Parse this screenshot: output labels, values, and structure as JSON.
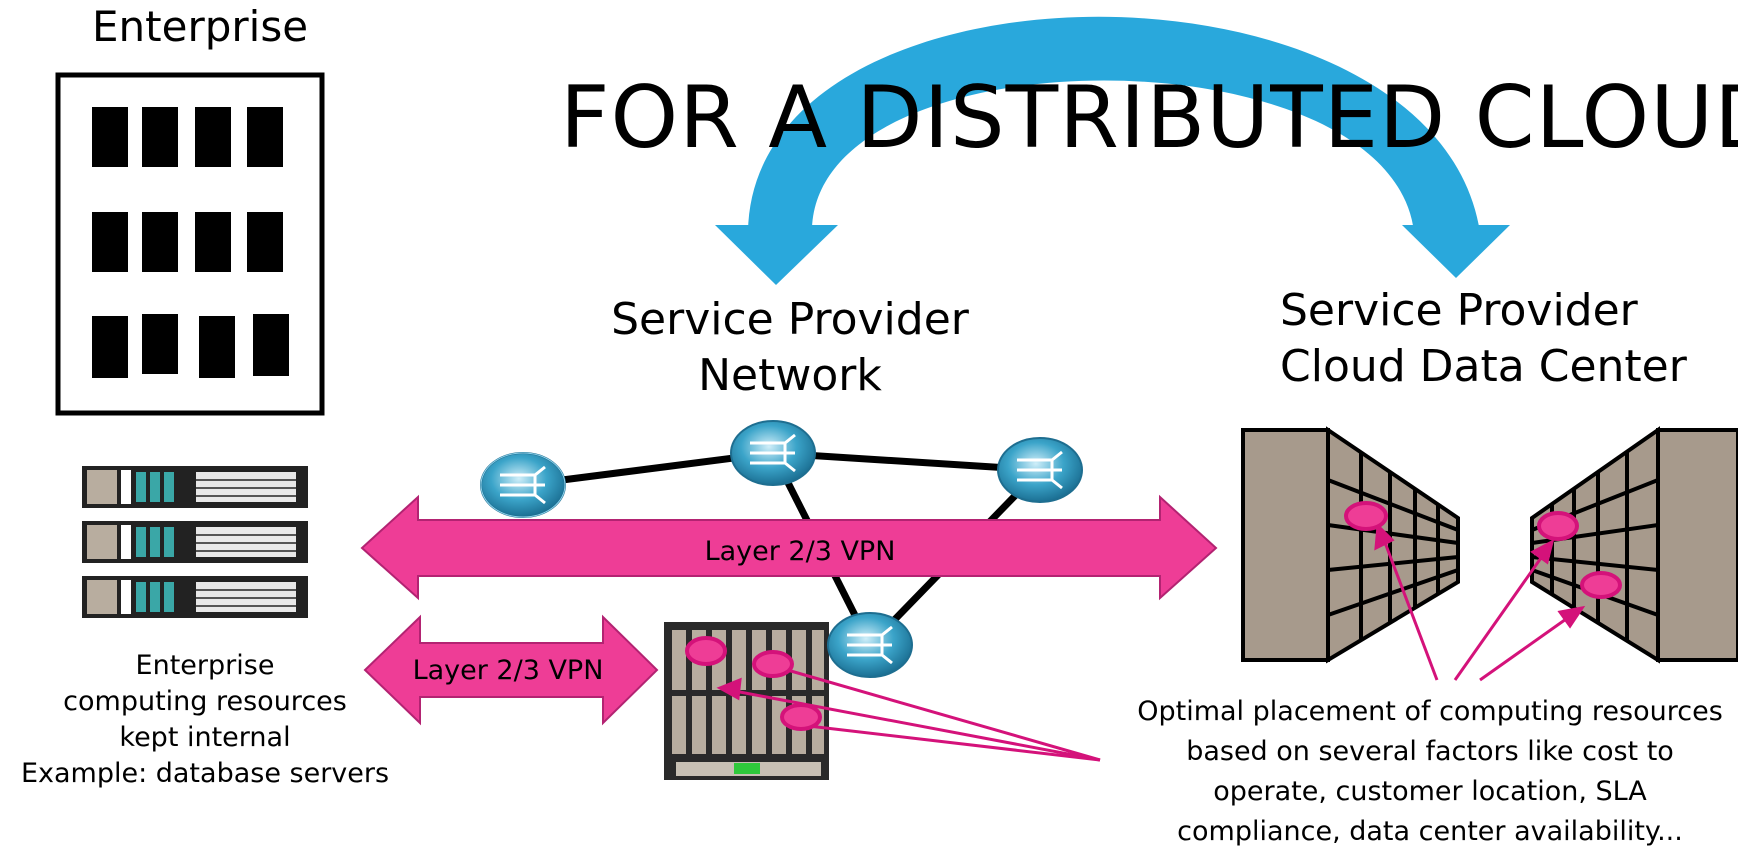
{
  "title": "FOR A DISTRIBUTED CLOUD",
  "enterprise": {
    "label": "Enterprise",
    "resources_lines": [
      "Enterprise",
      "computing resources",
      "kept internal",
      "Example: database servers"
    ]
  },
  "sp_network": {
    "label_lines": [
      "Service Provider",
      "Network"
    ]
  },
  "sp_datacenter": {
    "label_lines": [
      "Service Provider",
      "Cloud Data Center"
    ]
  },
  "vpn_links": {
    "main_label": "Layer 2/3 VPN",
    "local_label": "Layer 2/3 VPN"
  },
  "optimal_placement": {
    "lines": [
      "Optimal placement of computing resources",
      "based on several factors like cost to",
      "operate, customer location, SLA",
      "compliance, data center availability..."
    ]
  },
  "colors": {
    "arrow_blue": "#29a8dc",
    "vpn_pink": "#ee3d96",
    "pointer_magenta": "#d4127a",
    "router_teal": "#3ba4c9",
    "datacenter_tan": "#a79a8c"
  }
}
